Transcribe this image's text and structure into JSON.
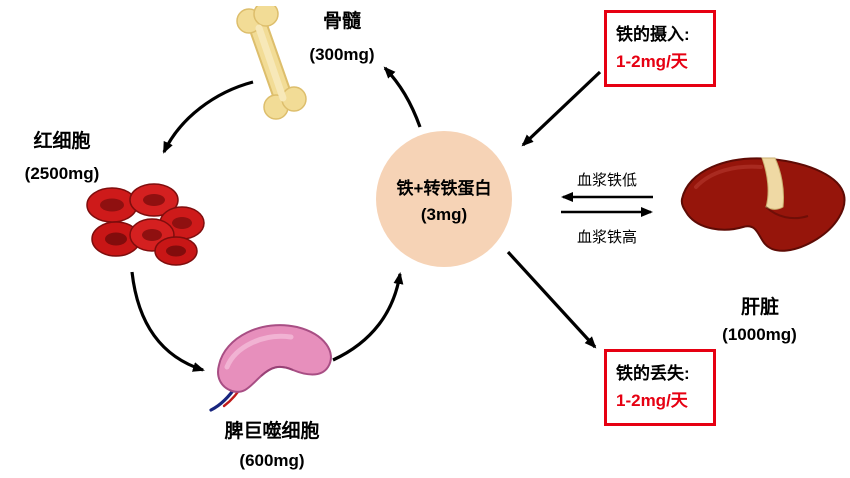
{
  "nodes": {
    "bone_marrow": {
      "label": "骨髓",
      "amount": "(300mg)"
    },
    "rbc": {
      "label": "红细胞",
      "amount": "(2500mg)"
    },
    "spleen": {
      "label": "脾巨噬细胞",
      "amount": "(600mg)"
    },
    "liver": {
      "label": "肝脏",
      "amount": "(1000mg)"
    },
    "transferrin": {
      "label": "铁+转铁蛋白",
      "amount": "(3mg)"
    }
  },
  "callouts": {
    "intake": {
      "title": "铁的摄入:",
      "value": "1-2mg/天"
    },
    "loss": {
      "title": "铁的丢失:",
      "value": "1-2mg/天"
    }
  },
  "exchange": {
    "to_circle_label": "血浆铁低",
    "to_liver_label": "血浆铁高"
  },
  "colors": {
    "circle_fill": "#F6D3B6",
    "box_border": "#E60012",
    "value_text": "#E60012",
    "arrow": "#000000",
    "bone": "#F2DC96",
    "rbc": "#CE1A1A",
    "spleen": "#E78FBC",
    "liver": "#96150B"
  }
}
